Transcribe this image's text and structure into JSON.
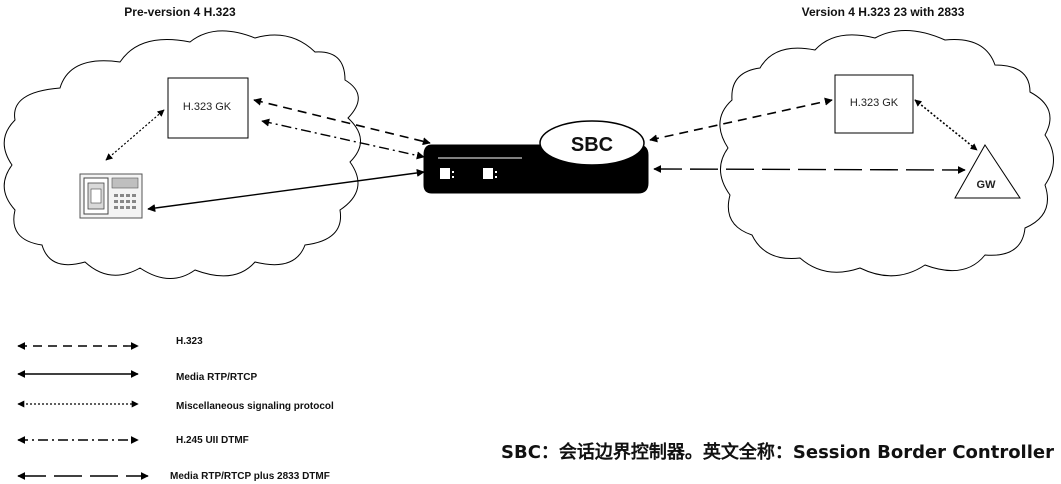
{
  "left_cloud": {
    "title": "Pre-version 4 H.323",
    "gatekeeper": "H.323 GK"
  },
  "right_cloud": {
    "title": "Version 4 H.323 23 with 2833",
    "gatekeeper": "H.323 GK",
    "gateway": "GW"
  },
  "sbc": {
    "label": "SBC"
  },
  "legend": [
    {
      "label": "H.323",
      "style": "dash"
    },
    {
      "label": "Media RTP/RTCP",
      "style": "solid"
    },
    {
      "label": "Miscellaneous signaling protocol",
      "style": "dotted"
    },
    {
      "label": "H.245 UII DTMF",
      "style": "dashdot"
    },
    {
      "label": "Media RTP/RTCP plus 2833 DTMF",
      "style": "longdash"
    }
  ],
  "note": "SBC：会话边界控制器。英文全称：Session Border Controller"
}
